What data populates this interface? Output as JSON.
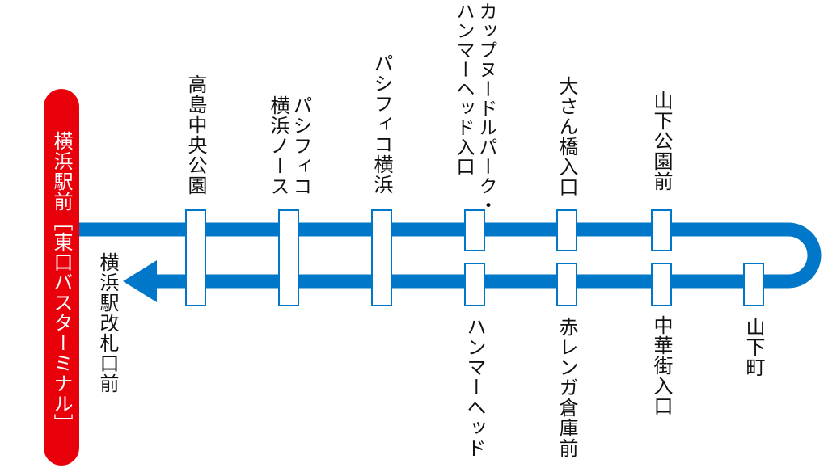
{
  "terminus": {
    "label": "横浜駅前［東口バスターミナル］"
  },
  "end_stop": {
    "label": "横浜駅改札口前"
  },
  "outbound_stops": [
    {
      "id": "takashima",
      "lines": [
        "高島中央公園"
      ]
    },
    {
      "id": "pacifico-north",
      "lines": [
        "パシフィコ",
        "横浜ノース"
      ]
    },
    {
      "id": "pacifico",
      "lines": [
        "パシフィコ横浜"
      ]
    },
    {
      "id": "cupnoodle",
      "lines": [
        "カップヌードルパーク・",
        "ハンマーヘッド入口"
      ]
    },
    {
      "id": "osanbashi",
      "lines": [
        "大さん橋入口"
      ]
    },
    {
      "id": "yamashita-koen",
      "lines": [
        "山下公園前"
      ]
    }
  ],
  "inbound_stops": [
    {
      "id": "hammerhead",
      "lines": [
        "ハンマーヘッド"
      ]
    },
    {
      "id": "akarenga",
      "lines": [
        "赤レンガ倉庫前"
      ]
    },
    {
      "id": "chukagai",
      "lines": [
        "中華街入口"
      ]
    },
    {
      "id": "yamashitacho",
      "lines": [
        "山下町"
      ]
    }
  ],
  "colors": {
    "route": "#0077c8",
    "terminus": "#e8000b",
    "stop_border": "#0077c8",
    "stop_fill": "#ffffff"
  }
}
